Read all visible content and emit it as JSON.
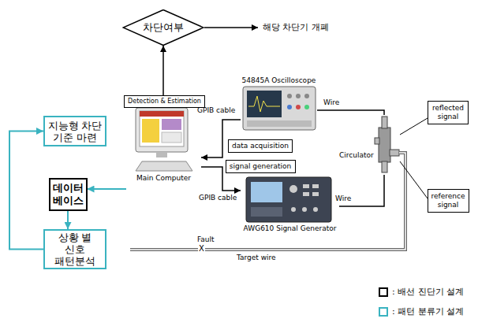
{
  "diagram": {
    "nodes": [
      {
        "text": [
          "차단여부"
        ]
      },
      {
        "text": [
          "지능형 차단 기준 마련"
        ]
      },
      {
        "text": [
          "데이터 베이스"
        ]
      },
      {
        "text": [
          "상황 별 신호 패턴분석"
        ]
      },
      {
        "text": [
          "Main Computer"
        ]
      },
      {
        "text": [
          "Detection & Estimation"
        ],
        "in": 4
      },
      {
        "text": [
          "54845A Oscilloscope"
        ]
      },
      {
        "text": [
          "AWG610 Signal Generator"
        ]
      },
      {
        "text": [
          "data acquisition"
        ]
      },
      {
        "text": [
          "signal generation"
        ]
      },
      {
        "text": [
          "Circulator"
        ]
      },
      {
        "text": [
          "reflected signal"
        ]
      },
      {
        "text": [
          "reference signal"
        ]
      }
    ],
    "edges": [
      {
        "from": 5,
        "to": 0,
        "arrow": "to"
      },
      {
        "from": 4,
        "to": 2,
        "arrow": "to"
      },
      {
        "from": 2,
        "to": 3,
        "arrow": "to"
      },
      {
        "from": 3,
        "to": 1,
        "arrow": "to"
      },
      {
        "from": 6,
        "to": 4,
        "arrow": "to"
      },
      {
        "from": 4,
        "to": 7,
        "arrow": "to"
      },
      {
        "from": 6,
        "to": 10,
        "arrow": "none"
      },
      {
        "from": 7,
        "to": 10,
        "arrow": "none"
      }
    ],
    "labels": [
      "해당 차단기 개폐",
      "GPIB cable",
      "Wire",
      "GPIB cable",
      "Wire",
      "Fault",
      "X",
      "Target wire"
    ],
    "legend": [
      {
        "text": ": 배선 진단기 설계",
        "color": "#000000"
      },
      {
        "text": ": 패턴 분류기 설계",
        "color": "#3ab3c0"
      }
    ]
  }
}
